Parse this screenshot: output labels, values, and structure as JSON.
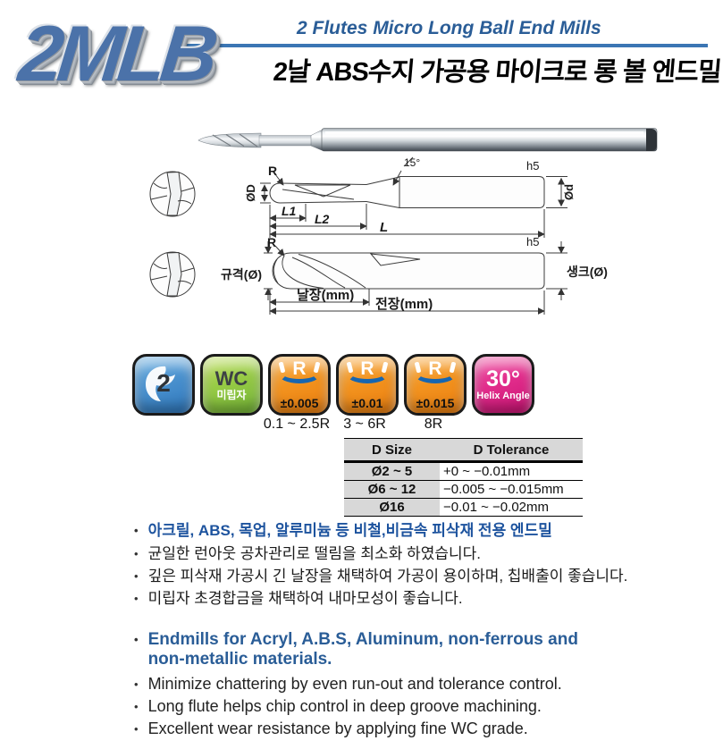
{
  "header": {
    "logo": "2MLB",
    "subtitle_en": "2 Flutes Micro Long Ball End Mills",
    "title_ko": "2날 ABS수지 가공용 마이크로 롱 볼 엔드밀"
  },
  "diagram1": {
    "r": "R",
    "dia": "ØD",
    "angle": "15°",
    "h5": "h5",
    "shank_dia": "Ød",
    "l1": "L1",
    "l2": "L2",
    "l": "L"
  },
  "diagram2": {
    "r": "R",
    "size": "규격(Ø)",
    "h5": "h5",
    "shank": "생크(Ø)",
    "flute_len": "날장(mm)",
    "overall_len": "전장(mm)"
  },
  "badges": [
    {
      "type": "flutes",
      "text": "2"
    },
    {
      "type": "carbide",
      "line1": "WC",
      "line2": "미립자"
    },
    {
      "type": "radius",
      "icon": "R",
      "tolerance": "±0.005",
      "range": "0.1 ~ 2.5R"
    },
    {
      "type": "radius",
      "icon": "R",
      "tolerance": "±0.01",
      "range": "3 ~ 6R"
    },
    {
      "type": "radius",
      "icon": "R",
      "tolerance": "±0.015",
      "range": "8R"
    },
    {
      "type": "helix",
      "line1": "30°",
      "line2": "Helix Angle"
    }
  ],
  "table": {
    "headers": [
      "D Size",
      "D Tolerance"
    ],
    "rows": [
      [
        "Ø2 ~ 5",
        "+0 ~ −0.01mm"
      ],
      [
        "Ø6 ~ 12",
        "−0.005 ~ −0.015mm"
      ],
      [
        "Ø16",
        "−0.01 ~ −0.02mm"
      ]
    ]
  },
  "bullet": "•",
  "features_ko": [
    {
      "text": "아크릴, ABS, 목업, 알루미늄 등 비철,비금속 피삭재 전용 엔드밀"
    },
    {
      "text": "균일한 런아웃 공차관리로 떨림을 최소화 하였습니다."
    },
    {
      "text": "깊은 피삭재 가공시 긴 날장을 채택하여 가공이 용이하며, 칩배출이 좋습니다."
    },
    {
      "text": "미립자 초경합금을 채택하여 내마모성이 좋습니다."
    }
  ],
  "features_en": [
    {
      "text": "Endmills for Acryl, A.B.S, Aluminum, non-ferrous and non-metallic materials."
    },
    {
      "text": "Minimize chattering by even run-out and tolerance control."
    },
    {
      "text": "Long flute helps chip control in deep groove machining."
    },
    {
      "text": "Excellent wear resistance by applying fine WC grade."
    }
  ],
  "colors": {
    "accent_blue": "#2a5d97",
    "rule_blue": "#3b76b4",
    "korean_blue": "#1d539e",
    "badge_blue": "#4b92cf",
    "badge_green": "#97cb45",
    "badge_orange": "#f2931f",
    "badge_pink": "#e22d8c",
    "arc_blue": "#1766b0",
    "table_gray": "#d8d8d8"
  }
}
